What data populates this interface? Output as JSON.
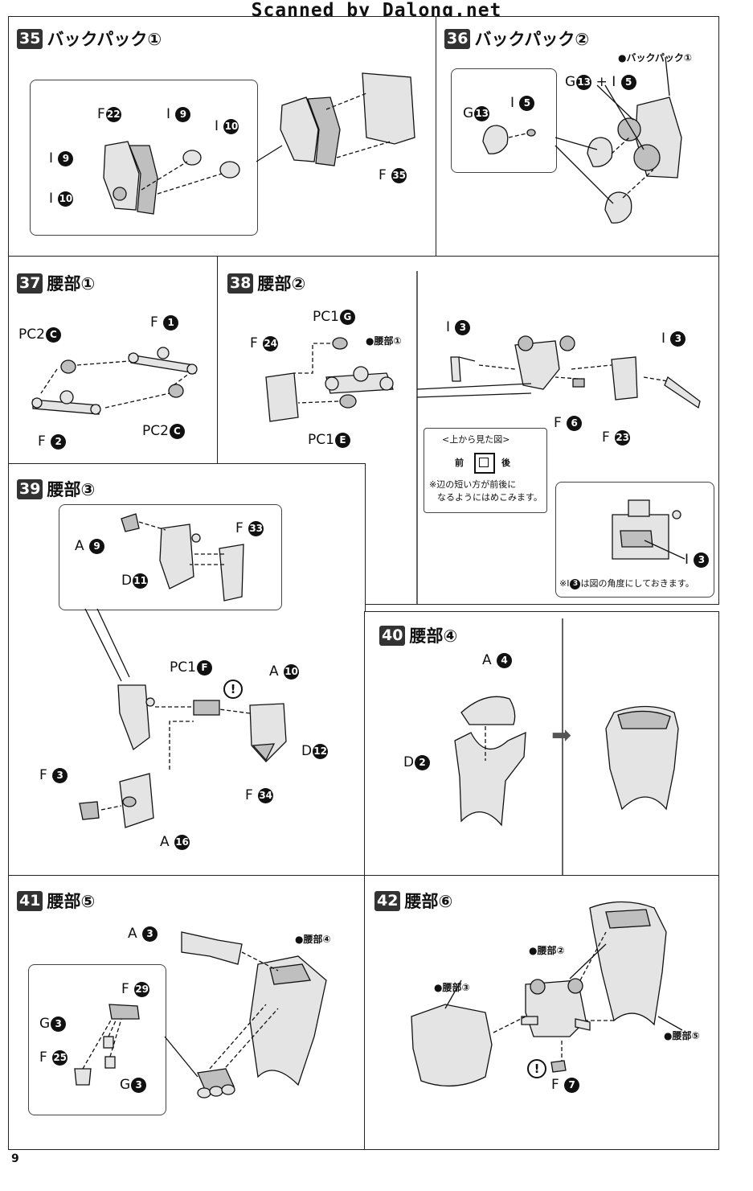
{
  "watermark": "Scanned by Dalong.net",
  "page_number": "9",
  "steps": {
    "s35": {
      "num": "35",
      "title": "バックパック①"
    },
    "s36": {
      "num": "36",
      "title": "バックパック②"
    },
    "s37": {
      "num": "37",
      "title": "腰部①"
    },
    "s38": {
      "num": "38",
      "title": "腰部②"
    },
    "s39": {
      "num": "39",
      "title": "腰部③"
    },
    "s40": {
      "num": "40",
      "title": "腰部④"
    },
    "s41": {
      "num": "41",
      "title": "腰部⑤"
    },
    "s42": {
      "num": "42",
      "title": "腰部⑥"
    }
  },
  "labels": {
    "s35_f22": {
      "r": "F",
      "n": "22"
    },
    "s35_i9a": {
      "r": "I",
      "n": "9"
    },
    "s35_i10a": {
      "r": "I",
      "n": "10"
    },
    "s35_i9b": {
      "r": "I",
      "n": "9"
    },
    "s35_i10b": {
      "r": "I",
      "n": "10"
    },
    "s35_f35": {
      "r": "F",
      "n": "35"
    },
    "s36_g13": {
      "r": "G",
      "n": "13"
    },
    "s36_i5": {
      "r": "I",
      "n": "5"
    },
    "s36_combo": {
      "r": "G",
      "n": "13",
      "r2": "+ I",
      "n2": "5"
    },
    "s37_f1": {
      "r": "F",
      "n": "1"
    },
    "s37_pc2a": {
      "r": "PC2",
      "n": "C"
    },
    "s37_pc2b": {
      "r": "PC2",
      "n": "C"
    },
    "s37_f2": {
      "r": "F",
      "n": "2"
    },
    "s38_pc1g": {
      "r": "PC1",
      "n": "G"
    },
    "s38_f24": {
      "r": "F",
      "n": "24"
    },
    "s38_pc1e": {
      "r": "PC1",
      "n": "E"
    },
    "s38_i3a": {
      "r": "I",
      "n": "3"
    },
    "s38_i3b": {
      "r": "I",
      "n": "3"
    },
    "s38_f6": {
      "r": "F",
      "n": "6"
    },
    "s38_f23": {
      "r": "F",
      "n": "23"
    },
    "s38_i3c": {
      "r": "I",
      "n": "3"
    },
    "s39_a9": {
      "r": "A",
      "n": "9"
    },
    "s39_f33": {
      "r": "F",
      "n": "33"
    },
    "s39_d11": {
      "r": "D",
      "n": "11"
    },
    "s39_pc1f": {
      "r": "PC1",
      "n": "F"
    },
    "s39_a10": {
      "r": "A",
      "n": "10"
    },
    "s39_d12": {
      "r": "D",
      "n": "12"
    },
    "s39_f3": {
      "r": "F",
      "n": "3"
    },
    "s39_f34": {
      "r": "F",
      "n": "34"
    },
    "s39_a16": {
      "r": "A",
      "n": "16"
    },
    "s40_a4": {
      "r": "A",
      "n": "4"
    },
    "s40_d2": {
      "r": "D",
      "n": "2"
    },
    "s41_a3": {
      "r": "A",
      "n": "3"
    },
    "s41_f29": {
      "r": "F",
      "n": "29"
    },
    "s41_g3a": {
      "r": "G",
      "n": "3"
    },
    "s41_f25": {
      "r": "F",
      "n": "25"
    },
    "s41_g3b": {
      "r": "G",
      "n": "3"
    },
    "s42_f7": {
      "r": "F",
      "n": "7"
    }
  },
  "refs": {
    "s36_bp1": "●バックパック①",
    "s38_waist1": "●腰部①",
    "s41_waist4": "●腰部④",
    "s42_waist2": "●腰部②",
    "s42_waist3": "●腰部③",
    "s42_waist5": "●腰部⑤"
  },
  "notes": {
    "top_view_title": "<上から見た図>",
    "front": "前",
    "back": "後",
    "top_view_note_1": "※辺の短い方が前後に",
    "top_view_note_2": "なるようにはめこみます。",
    "angle_note_prefix": "※I",
    "angle_note_num": "3",
    "angle_note_suffix": "は図の角度にしておきます。"
  },
  "caution_symbol": "!",
  "next_arrow": "➡"
}
